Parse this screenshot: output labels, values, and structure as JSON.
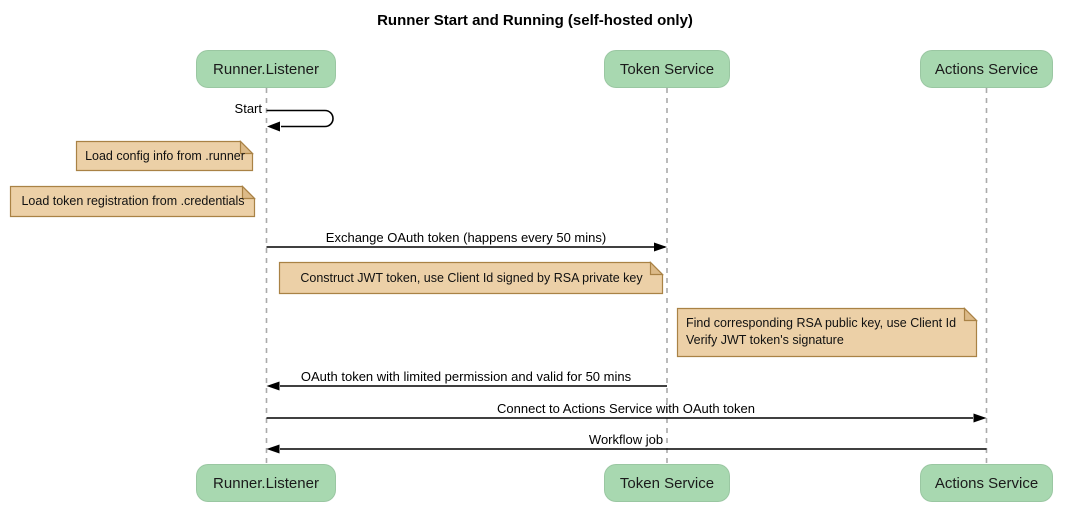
{
  "title": "Runner Start and Running (self-hosted only)",
  "participants": [
    {
      "name": "Runner.Listener"
    },
    {
      "name": "Token Service"
    },
    {
      "name": "Actions Service"
    }
  ],
  "messages": [
    {
      "label": "Start",
      "from": "Runner.Listener",
      "to": "Runner.Listener",
      "kind": "self"
    },
    {
      "label": "Exchange OAuth token (happens every 50 mins)",
      "from": "Runner.Listener",
      "to": "Token Service",
      "kind": "arrow-right"
    },
    {
      "label": "OAuth token with limited permission and valid for 50 mins",
      "from": "Token Service",
      "to": "Runner.Listener",
      "kind": "arrow-left"
    },
    {
      "label": "Connect to Actions Service with OAuth token",
      "from": "Runner.Listener",
      "to": "Actions Service",
      "kind": "arrow-right"
    },
    {
      "label": "Workflow job",
      "from": "Actions Service",
      "to": "Runner.Listener",
      "kind": "arrow-left"
    }
  ],
  "notes": [
    {
      "text": "Load config info from .runner",
      "position": "left of Runner.Listener"
    },
    {
      "text": "Load token registration from .credentials",
      "position": "left of Runner.Listener"
    },
    {
      "text": "Construct JWT token, use Client Id signed by RSA private key",
      "position": "right of Runner.Listener"
    },
    {
      "lines": [
        "Find corresponding RSA public key, use Client Id",
        "Verify JWT token's signature"
      ],
      "position": "left of Actions Service"
    }
  ],
  "colors": {
    "participant_fill": "#a8d8b0",
    "participant_text": "#1b1b1b",
    "note_fill": "#ecd0a7",
    "note_fold": "#dcba88",
    "note_border": "#a98245",
    "lifeline": "#aaaaaa",
    "arrow": "#000000",
    "background": "#ffffff"
  }
}
